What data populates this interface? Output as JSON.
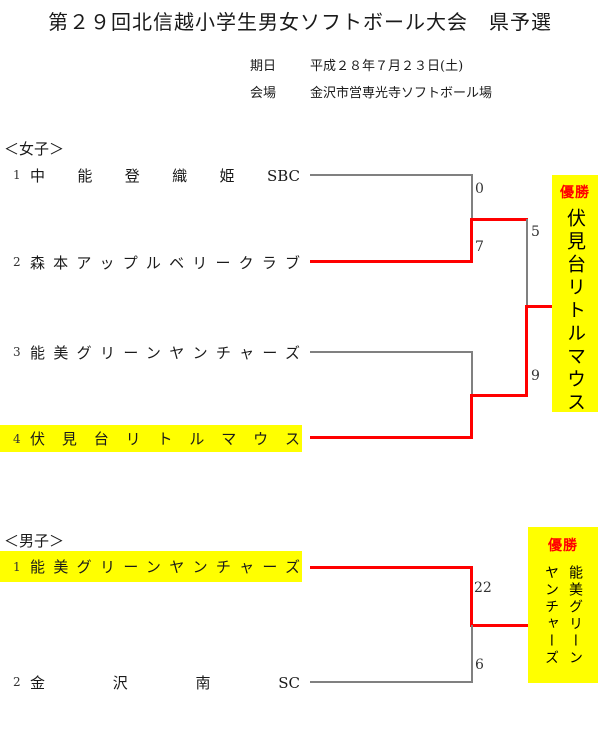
{
  "title": "第２９回北信越小学生男女ソフトボール大会　県予選",
  "info": {
    "date_label": "期日",
    "date_value": "平成２８年７月２３日(土)",
    "venue_label": "会場",
    "venue_value": "金沢市営専光寺ソフトボール場"
  },
  "colors": {
    "highlight": "#ffff00",
    "winner_path": "#ff0000",
    "loser_path": "#808080",
    "champion_label": "#ff0000"
  },
  "womens": {
    "header": "＜女子＞",
    "teams": [
      {
        "no": "1",
        "name": "中能登織姫SBC",
        "highlighted": false
      },
      {
        "no": "2",
        "name": "森本アップルベリークラブ",
        "highlighted": false
      },
      {
        "no": "3",
        "name": "能美グリーンヤンチャーズ",
        "highlighted": false
      },
      {
        "no": "4",
        "name": "伏見台リトルマウス",
        "highlighted": true
      }
    ],
    "scores": {
      "semifinal1_top": "0",
      "semifinal1_bottom": "7",
      "final_top": "5",
      "final_bottom": "9"
    },
    "champion": {
      "label": "優勝",
      "name": "伏見台リトルマウス"
    }
  },
  "mens": {
    "header": "＜男子＞",
    "teams": [
      {
        "no": "1",
        "name": "能美グリーンヤンチャーズ",
        "highlighted": true
      },
      {
        "no": "2",
        "name": "金沢南SC",
        "highlighted": false
      }
    ],
    "scores": {
      "final_top": "22",
      "final_bottom": "6"
    },
    "champion": {
      "label": "優勝",
      "name_col1": "能美グリーン",
      "name_col2": "ヤンチャーズ"
    }
  }
}
